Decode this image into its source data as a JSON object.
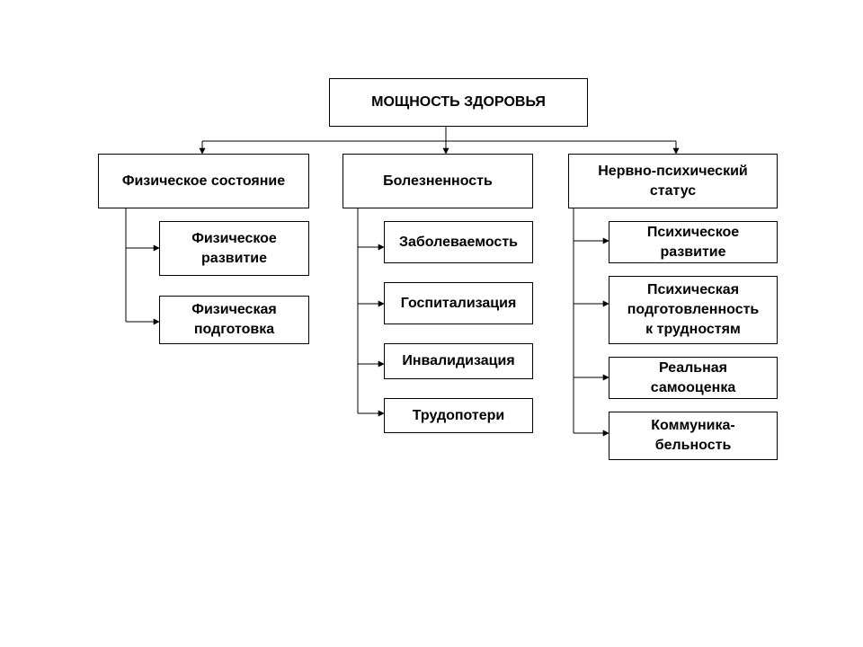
{
  "root": {
    "label": "МОЩНОСТЬ ЗДОРОВЬЯ"
  },
  "branches": [
    {
      "label": "Физическое состояние",
      "children": [
        "Физическое\nразвитие",
        "Физическая\nподготовка"
      ]
    },
    {
      "label": "Болезненность",
      "children": [
        "Заболеваемость",
        "Госпитализация",
        "Инвалидизация",
        "Трудопотери"
      ]
    },
    {
      "label": "Нервно-психический\nстатус",
      "children": [
        "Психическое\nразвитие",
        "Психическая\nподготовленность\nк трудностям",
        "Реальная\nсамооценка",
        "Коммуника-\nбельность"
      ]
    }
  ]
}
